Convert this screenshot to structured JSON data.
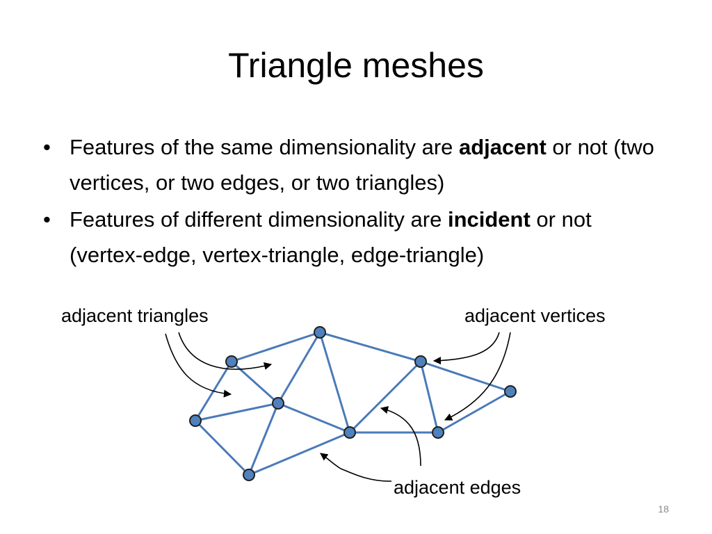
{
  "title": "Triangle meshes",
  "bullets": [
    {
      "text_before": "Features of the same dimensionality are ",
      "bold": "adjacent",
      "text_after": " or not (two vertices, or two edges, or two triangles)"
    },
    {
      "text_before": "Features of different dimensionality are ",
      "bold": "incident",
      "text_after": " or not (vertex-edge, vertex-triangle, edge-triangle)"
    }
  ],
  "labels": {
    "adjacent_triangles": "adjacent triangles",
    "adjacent_vertices": "adjacent vertices",
    "adjacent_edges": "adjacent edges"
  },
  "slide_number": "18",
  "colors": {
    "edge": "#4a7ab8",
    "vertex_fill": "#4f81bd",
    "vertex_stroke": "#1f1f1f"
  }
}
